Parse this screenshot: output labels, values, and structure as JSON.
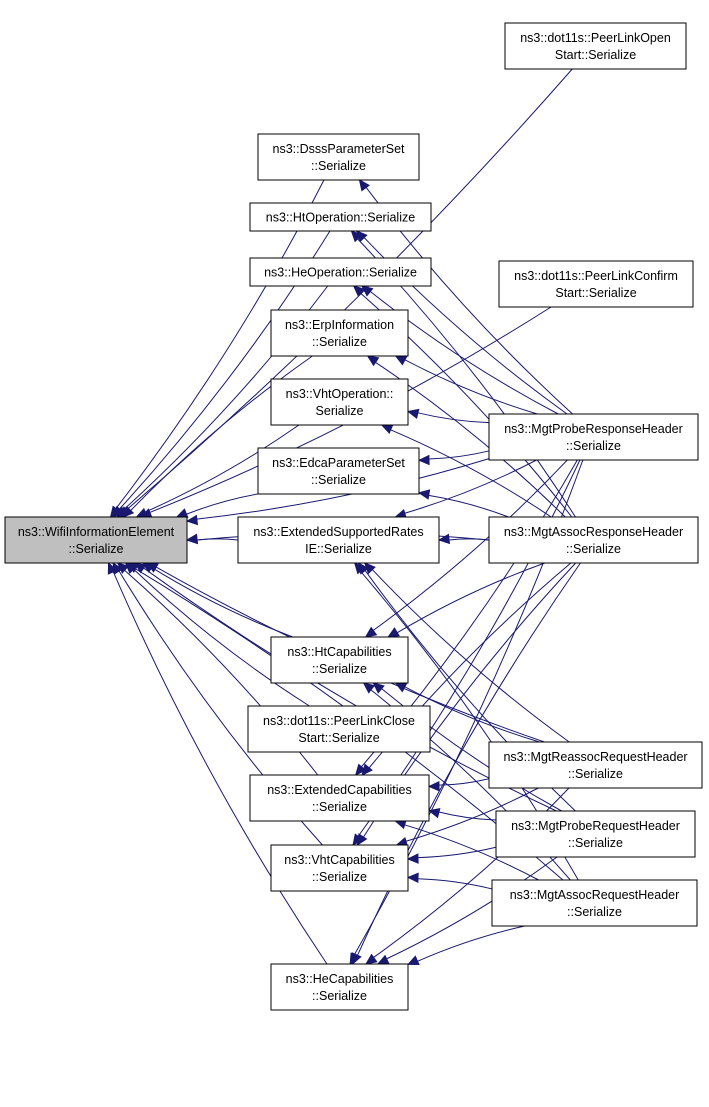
{
  "colors": {
    "edge": "#191970",
    "root_fill": "#bfbfbf",
    "node_fill": "#ffffff",
    "node_border": "#000000"
  },
  "nodes": {
    "wifi": {
      "lines": [
        "ns3::WifiInformationElement",
        "::Serialize"
      ]
    },
    "dsss": {
      "lines": [
        "ns3::DsssParameterSet",
        "::Serialize"
      ]
    },
    "htop": {
      "lines": [
        "ns3::HtOperation::Serialize"
      ]
    },
    "heop": {
      "lines": [
        "ns3::HeOperation::Serialize"
      ]
    },
    "erp": {
      "lines": [
        "ns3::ErpInformation",
        "::Serialize"
      ]
    },
    "vhtop": {
      "lines": [
        "ns3::VhtOperation::",
        "Serialize"
      ]
    },
    "edca": {
      "lines": [
        "ns3::EdcaParameterSet",
        "::Serialize"
      ]
    },
    "ext": {
      "lines": [
        "ns3::ExtendedSupportedRates",
        "IE::Serialize"
      ]
    },
    "htcap": {
      "lines": [
        "ns3::HtCapabilities",
        "::Serialize"
      ]
    },
    "plclose": {
      "lines": [
        "ns3::dot11s::PeerLinkClose",
        "Start::Serialize"
      ]
    },
    "extcap": {
      "lines": [
        "ns3::ExtendedCapabilities",
        "::Serialize"
      ]
    },
    "vhtcap": {
      "lines": [
        "ns3::VhtCapabilities",
        "::Serialize"
      ]
    },
    "hecap": {
      "lines": [
        "ns3::HeCapabilities",
        "::Serialize"
      ]
    },
    "plopen": {
      "lines": [
        "ns3::dot11s::PeerLinkOpen",
        "Start::Serialize"
      ]
    },
    "plconf": {
      "lines": [
        "ns3::dot11s::PeerLinkConfirm",
        "Start::Serialize"
      ]
    },
    "probersp": {
      "lines": [
        "ns3::MgtProbeResponseHeader",
        "::Serialize"
      ]
    },
    "assocrsp": {
      "lines": [
        "ns3::MgtAssocResponseHeader",
        "::Serialize"
      ]
    },
    "reassocreq": {
      "lines": [
        "ns3::MgtReassocRequestHeader",
        "::Serialize"
      ]
    },
    "probereq": {
      "lines": [
        "ns3::MgtProbeRequestHeader",
        "::Serialize"
      ]
    },
    "assocreq": {
      "lines": [
        "ns3::MgtAssocRequestHeader",
        "::Serialize"
      ]
    }
  },
  "edges": [
    [
      "dsss",
      "wifi"
    ],
    [
      "htop",
      "wifi"
    ],
    [
      "heop",
      "wifi"
    ],
    [
      "erp",
      "wifi"
    ],
    [
      "vhtop",
      "wifi"
    ],
    [
      "edca",
      "wifi"
    ],
    [
      "ext",
      "wifi"
    ],
    [
      "htcap",
      "wifi"
    ],
    [
      "plclose",
      "wifi"
    ],
    [
      "extcap",
      "wifi"
    ],
    [
      "vhtcap",
      "wifi"
    ],
    [
      "hecap",
      "wifi"
    ],
    [
      "plopen",
      "wifi"
    ],
    [
      "plconf",
      "wifi"
    ],
    [
      "probersp",
      "wifi"
    ],
    [
      "assocrsp",
      "wifi"
    ],
    [
      "reassocreq",
      "wifi"
    ],
    [
      "probereq",
      "wifi"
    ],
    [
      "assocreq",
      "wifi"
    ],
    [
      "probersp",
      "dsss"
    ],
    [
      "probersp",
      "htop"
    ],
    [
      "probersp",
      "heop"
    ],
    [
      "probersp",
      "erp"
    ],
    [
      "probersp",
      "vhtop"
    ],
    [
      "probersp",
      "edca"
    ],
    [
      "probersp",
      "ext"
    ],
    [
      "probersp",
      "htcap"
    ],
    [
      "probersp",
      "extcap"
    ],
    [
      "probersp",
      "vhtcap"
    ],
    [
      "probersp",
      "hecap"
    ],
    [
      "assocrsp",
      "htop"
    ],
    [
      "assocrsp",
      "heop"
    ],
    [
      "assocrsp",
      "erp"
    ],
    [
      "assocrsp",
      "vhtop"
    ],
    [
      "assocrsp",
      "edca"
    ],
    [
      "assocrsp",
      "ext"
    ],
    [
      "assocrsp",
      "htcap"
    ],
    [
      "assocrsp",
      "extcap"
    ],
    [
      "assocrsp",
      "vhtcap"
    ],
    [
      "assocrsp",
      "hecap"
    ],
    [
      "reassocreq",
      "ext"
    ],
    [
      "reassocreq",
      "htcap"
    ],
    [
      "reassocreq",
      "extcap"
    ],
    [
      "reassocreq",
      "vhtcap"
    ],
    [
      "reassocreq",
      "hecap"
    ],
    [
      "probereq",
      "ext"
    ],
    [
      "probereq",
      "htcap"
    ],
    [
      "probereq",
      "extcap"
    ],
    [
      "probereq",
      "vhtcap"
    ],
    [
      "probereq",
      "hecap"
    ],
    [
      "assocreq",
      "ext"
    ],
    [
      "assocreq",
      "htcap"
    ],
    [
      "assocreq",
      "extcap"
    ],
    [
      "assocreq",
      "vhtcap"
    ],
    [
      "assocreq",
      "hecap"
    ]
  ]
}
